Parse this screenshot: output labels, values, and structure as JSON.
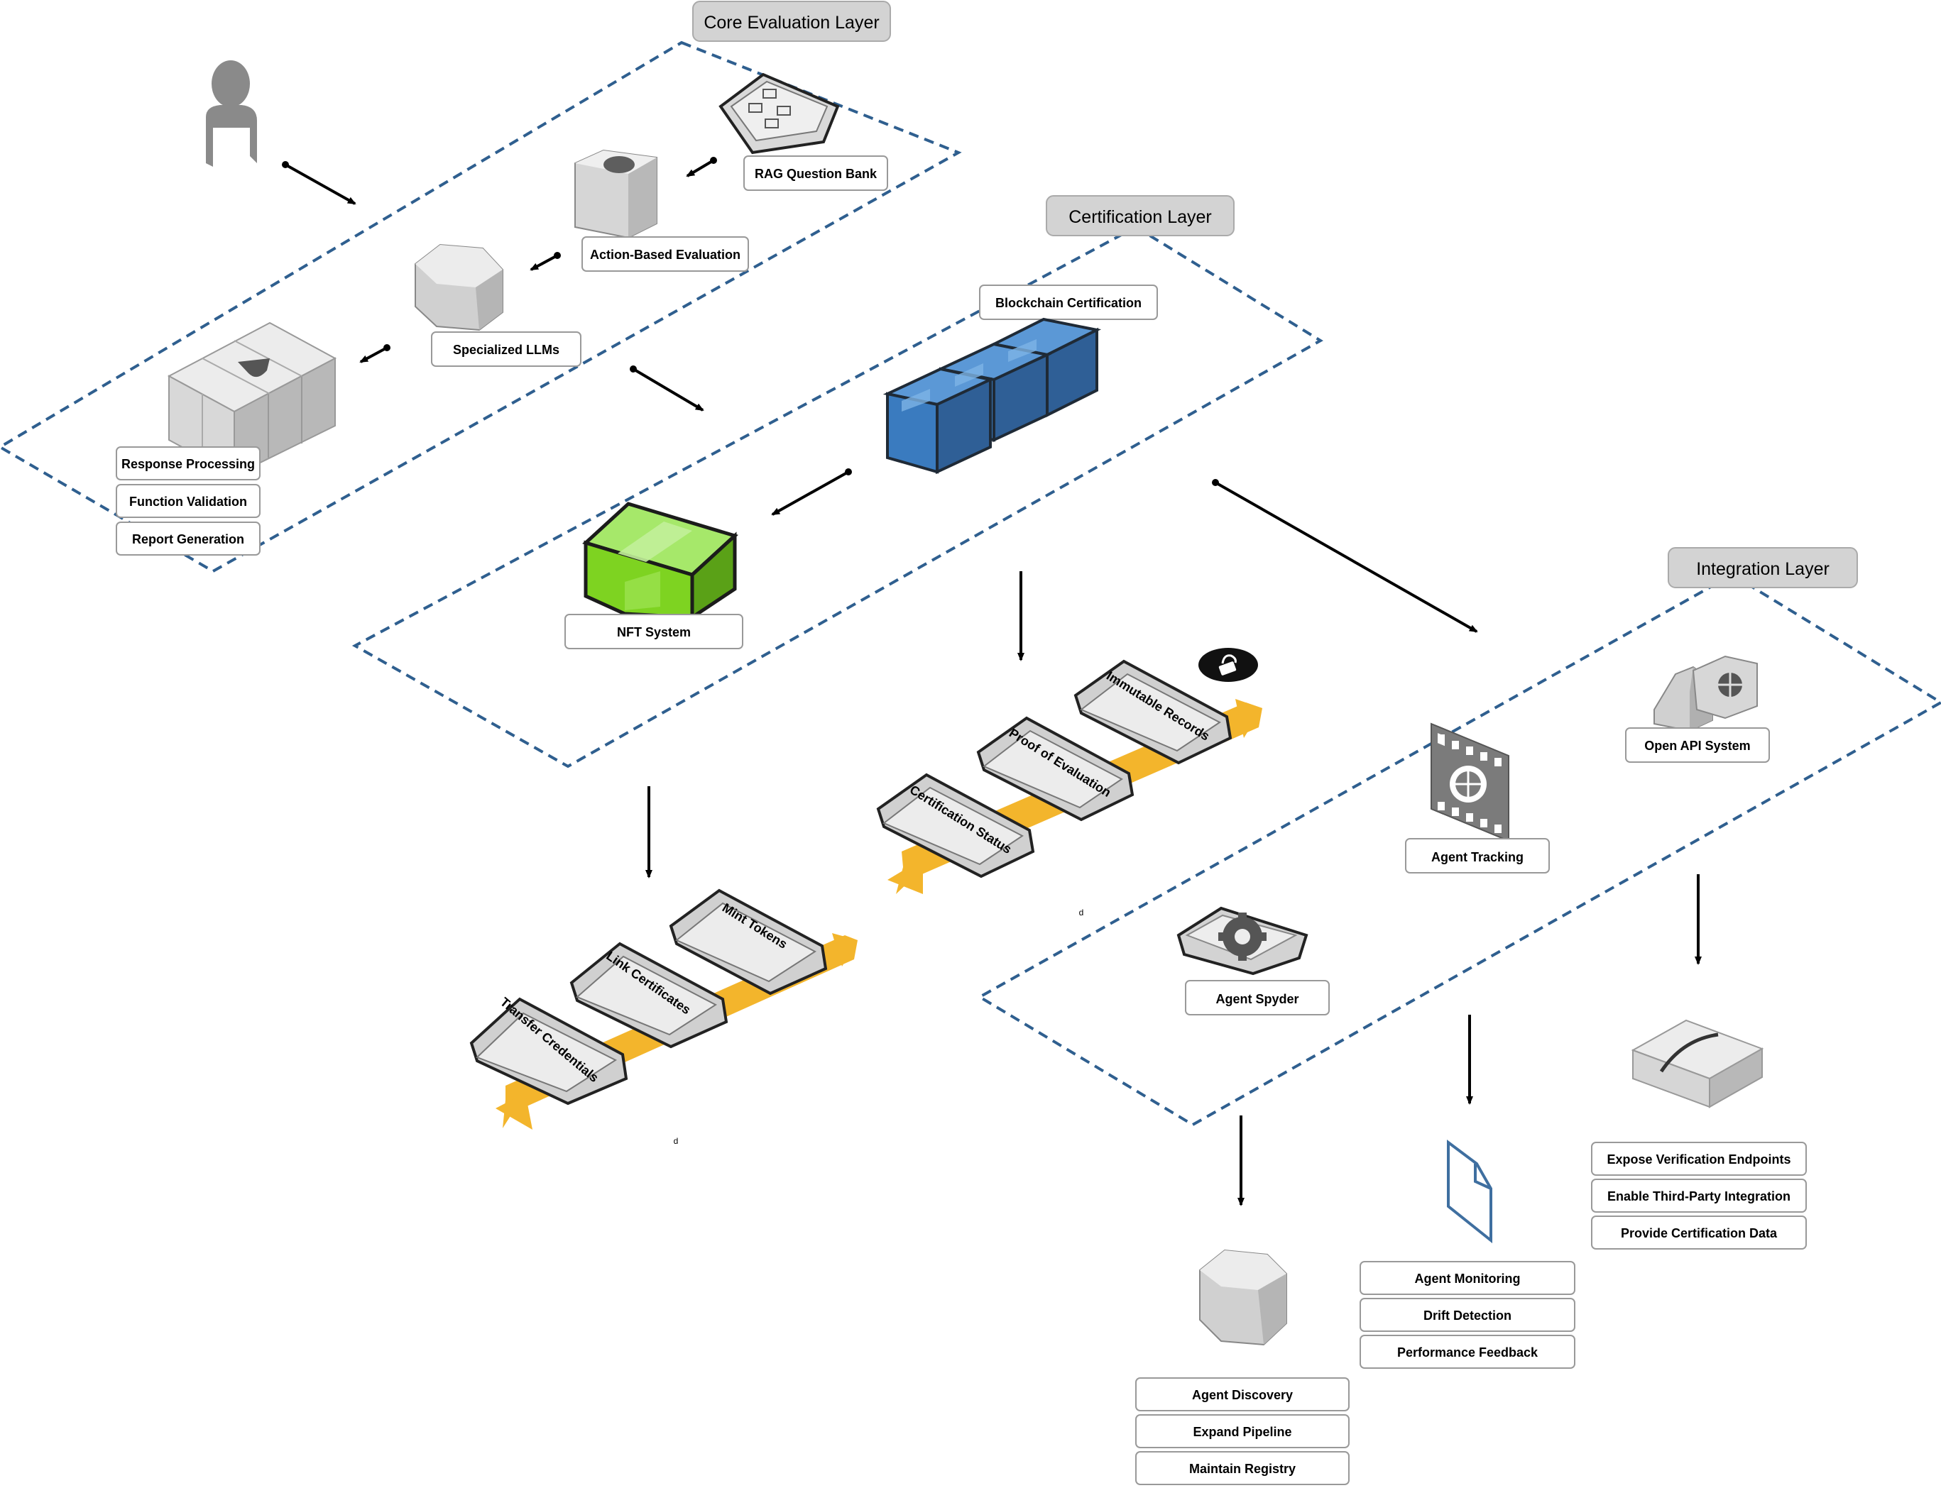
{
  "layers": {
    "core": "Core Evaluation Layer",
    "certification": "Certification Layer",
    "integration": "Integration Layer"
  },
  "core": {
    "rag": "RAG Question Bank",
    "action": "Action-Based Evaluation",
    "llms": "Specialized LLMs",
    "processing": [
      "Response Processing",
      "Function Validation",
      "Report Generation"
    ]
  },
  "certification": {
    "blockchain": "Blockchain Certification",
    "nft": "NFT System",
    "records": [
      "Immutable Records",
      "Proof of Evaluation",
      "Certification Status"
    ],
    "tokens": [
      "Mint Tokens",
      "Link Certificates",
      "Transfer Credentials"
    ]
  },
  "integration": {
    "api": "Open API System",
    "tracking": "Agent Tracking",
    "spyder": "Agent Spyder",
    "api_outputs": [
      "Expose Verification Endpoints",
      "Enable Third-Party Integration",
      "Provide Certification Data"
    ],
    "tracking_outputs": [
      "Agent Monitoring",
      "Drift Detection",
      "Performance Feedback"
    ],
    "spyder_outputs": [
      "Agent Discovery",
      "Expand Pipeline",
      "Maintain Registry"
    ]
  },
  "marks": [
    "d",
    "d"
  ],
  "colors": {
    "dashed_border": "#2f5f8f",
    "blockchain_blue": "#3a7bbf",
    "nft_green": "#7ed321",
    "track_orange": "#f3b52c",
    "header_fill": "#d3d3d3"
  },
  "icons": [
    "user-icon",
    "flowchart-icon",
    "shield-icon",
    "gear-icon",
    "lock-icon",
    "document-icon",
    "film-icon"
  ]
}
